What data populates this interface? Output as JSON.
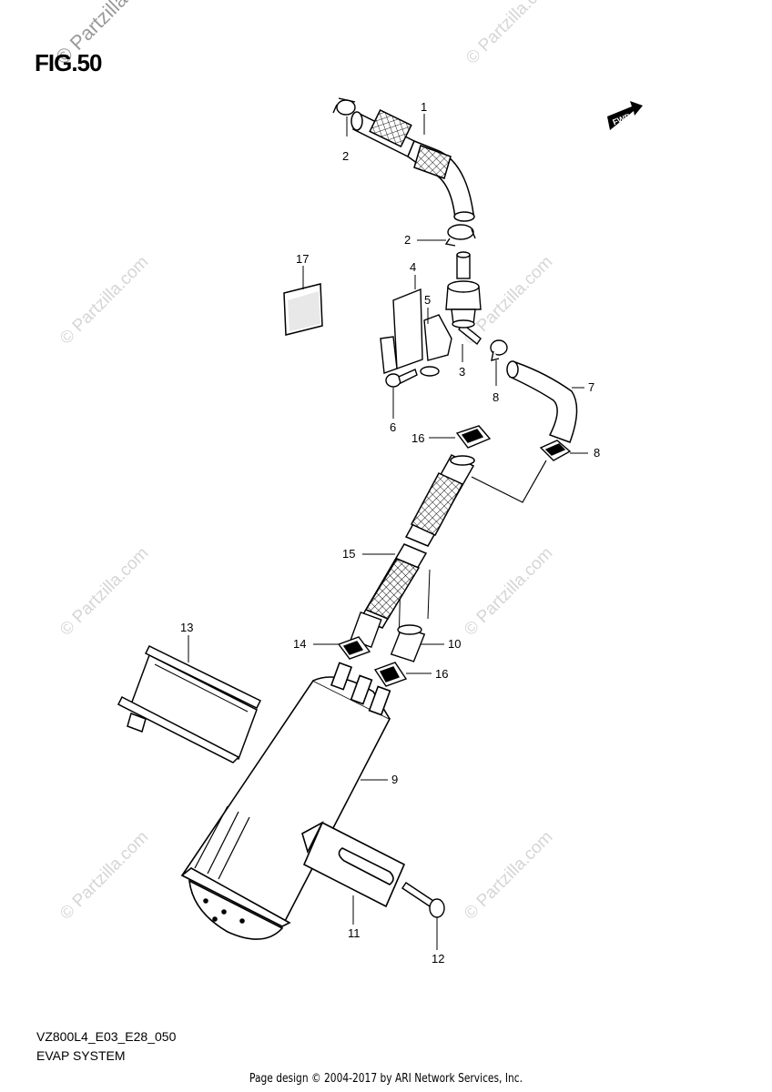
{
  "figure": {
    "title": "FIG.50",
    "code": "VZ800L4_E03_E28_050",
    "name": "EVAP SYSTEM"
  },
  "watermarks": {
    "top_left": "© Partzilla",
    "repeat": "© Partzilla.com"
  },
  "fwd_label": "FWD",
  "callouts": [
    {
      "num": "1"
    },
    {
      "num": "2"
    },
    {
      "num": "2"
    },
    {
      "num": "17"
    },
    {
      "num": "4"
    },
    {
      "num": "5"
    },
    {
      "num": "3"
    },
    {
      "num": "8"
    },
    {
      "num": "7"
    },
    {
      "num": "6"
    },
    {
      "num": "16"
    },
    {
      "num": "8"
    },
    {
      "num": "15"
    },
    {
      "num": "13"
    },
    {
      "num": "14"
    },
    {
      "num": "10"
    },
    {
      "num": "16"
    },
    {
      "num": "9"
    },
    {
      "num": "11"
    },
    {
      "num": "12"
    }
  ],
  "footer": "Page design © 2004-2017 by ARI Network Services, Inc."
}
